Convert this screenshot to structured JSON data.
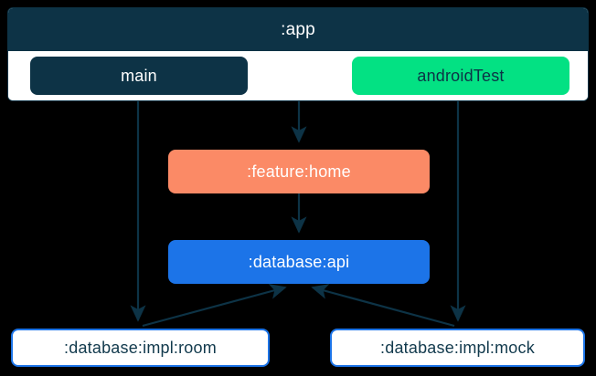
{
  "diagram": {
    "type": "module-dependency-graph",
    "background_color": "#000000",
    "cluster": {
      "label": ":app",
      "header_color": "#0d3346",
      "body_color": "#ffffff",
      "border_color": "#0d3346",
      "source_sets": [
        {
          "label": "main",
          "fill": "#0d3346",
          "text_color": "#ffffff"
        },
        {
          "label": "androidTest",
          "fill": "#03e183",
          "text_color": "#0d3346"
        }
      ]
    },
    "nodes": [
      {
        "id": "feature-home",
        "label": ":feature:home",
        "fill": "#fb8a66",
        "text_color": "#ffffff"
      },
      {
        "id": "database-api",
        "label": ":database:api",
        "fill": "#1c74e8",
        "text_color": "#ffffff"
      },
      {
        "id": "database-impl-room",
        "label": ":database:impl:room",
        "fill": "#ffffff",
        "text_color": "#123a4d",
        "border_color": "#1c74e8"
      },
      {
        "id": "database-impl-mock",
        "label": ":database:impl:mock",
        "fill": "#ffffff",
        "text_color": "#123a4d",
        "border_color": "#1c74e8"
      }
    ],
    "edges": [
      {
        "from": "main",
        "to": ":database:impl:room"
      },
      {
        "from": ":app",
        "to": ":feature:home"
      },
      {
        "from": "androidTest",
        "to": ":database:impl:mock"
      },
      {
        "from": ":feature:home",
        "to": ":database:api"
      },
      {
        "from": ":database:impl:room",
        "to": ":database:api"
      },
      {
        "from": ":database:impl:mock",
        "to": ":database:api"
      }
    ],
    "edge_color": "#0d3346"
  }
}
